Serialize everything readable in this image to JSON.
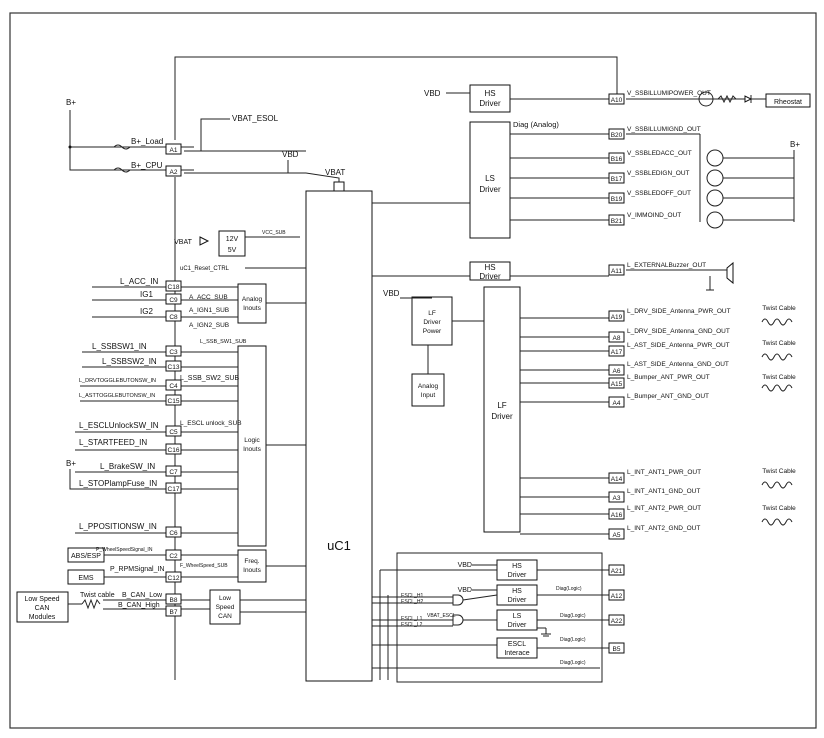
{
  "blocks": {
    "uc1": "uC1",
    "hs1": [
      "HS",
      "Driver"
    ],
    "ls1": [
      "LS",
      "Driver"
    ],
    "hs2": [
      "HS",
      "Driver"
    ],
    "lf_power": [
      "LF",
      "Driver",
      "Power"
    ],
    "analog_input": [
      "Analog",
      "Input"
    ],
    "lf_driver": [
      "LF",
      "Driver"
    ],
    "analog_inputs": [
      "Analog",
      "Inouts"
    ],
    "logic_inputs": [
      "Logic",
      "Inouts"
    ],
    "freq_inputs": [
      "Freq.",
      "Inouts"
    ],
    "low_speed_can": [
      "Low",
      "Speed",
      "CAN"
    ],
    "hs3": [
      "HS",
      "Driver"
    ],
    "hs4": [
      "HS",
      "Driver"
    ],
    "ls2": [
      "LS",
      "Driver"
    ],
    "escl": [
      "ESCL",
      "Interace"
    ],
    "reg": [
      "12V",
      "5V"
    ],
    "abs": "ABS/ESP",
    "ems": "EMS",
    "can_mod": [
      "Low Speed",
      "CAN",
      "Modules"
    ],
    "rheostat": "Rheostat"
  },
  "labels": {
    "bplus": "B+",
    "bplus_load": "B+_Load",
    "bplus_cpu": "B+_CPU",
    "vbat_esol": "VBAT_ESOL",
    "vbd": "VBD",
    "vbat": "VBAT",
    "vcc_sub": "VCC_SUB",
    "reset": "uC1_Reset_CTRL",
    "vbd_hs": "VBD",
    "diag_analog": "Diag (Analog)",
    "vbd_lf": "VBD",
    "l_acc_in": "L_ACC_IN",
    "ig1": "IG1",
    "ig2": "IG2",
    "a_acc_sub": "A_ACC_SUB",
    "a_ign1_sub": "A_IGN1_SUB",
    "a_ign2_sub": "A_IGN2_SUB",
    "ssbsw1": "L_SSBSW1_IN",
    "ssbsw2": "L_SSBSW2_IN",
    "ssb_sw1_sub": "L_SSB_SW1_SUB",
    "ssb_sw2_sub": "L_SSB_SW2_SUB",
    "drvtoggle": "L_DRVTOGGLEBUTONSW_IN",
    "asttoggle": "L_ASTTOGGLEBUTONSW_IN",
    "esclunlock": "L_ESCLUnlockSW_IN",
    "escl_unlock_sub": "L_ESCL unlock_SUB",
    "startfeed": "L_STARTFEED_IN",
    "brakesw": "L_BrakeSW_IN",
    "stoplamp": "L_STOPlampFuse_IN",
    "pposition": "L_PPOSITIONSW_IN",
    "wheelspeed_in": "P_WheelSpeedSignal_IN",
    "wheelspeed_sub": "F_WheelSpeed_SUB",
    "rpm": "P_RPMSignal_IN",
    "twist_can": "Twist cable",
    "can_low": "B_CAN_Low",
    "can_high": "B_CAN_High",
    "twist1": "Twist Cable",
    "twist2": "Twist Cable",
    "twist3": "Twist Cable",
    "twist4": "Twist Cable",
    "twist5": "Twist Cable",
    "vbd3": "VBD",
    "vbd4": "VBD",
    "escl_h1": "ESCL_H1",
    "escl_h2": "ESCL_H2",
    "vbat_escl": "VBAT_ESCL",
    "escl_l1": "ESCL_L1",
    "escl_l2": "ESCL_L2",
    "diag1": "Diag(Logic)",
    "diag2": "Diag(Logic)",
    "diag3": "Diag(Logic)",
    "diag4": "Diag(Logic)",
    "bplus_right": "B+"
  },
  "pins_left": [
    "A1",
    "A2",
    "C18",
    "C9",
    "C8",
    "C3",
    "C13",
    "C4",
    "C15",
    "C5",
    "C16",
    "C7",
    "C17",
    "C6",
    "C2",
    "C12",
    "B8",
    "B7"
  ],
  "pins_right": [
    "A10",
    "B20",
    "B16",
    "B17",
    "B19",
    "B21",
    "A11",
    "A19",
    "A8",
    "A17",
    "A6",
    "A15",
    "A4",
    "A14",
    "A3",
    "A16",
    "A5",
    "A21",
    "A12",
    "A22",
    "B5"
  ],
  "outputs": [
    "V_SSBILLUMIPOWER_OUT",
    "V_SSBILLUMIGND_OUT",
    "V_SSBLEDACC_OUT",
    "V_SSBLEDIGN_OUT",
    "V_SSBLEDOFF_OUT",
    "V_IMMOIND_OUT",
    "L_EXTERNALBuzzer_OUT",
    "L_DRV_SIDE_Antenna_PWR_OUT",
    "L_DRV_SIDE_Antenna_GND_OUT",
    "L_AST_SIDE_Antenna_PWR_OUT",
    "L_AST_SIDE_Antenna_GND_OUT",
    "L_Bumper_ANT_PWR_OUT",
    "L_Bumper_ANT_GND_OUT",
    "L_INT_ANT1_PWR_OUT",
    "L_INT_ANT1_GND_OUT",
    "L_INT_ANT2_PWR_OUT",
    "L_INT_ANT2_GND_OUT"
  ]
}
